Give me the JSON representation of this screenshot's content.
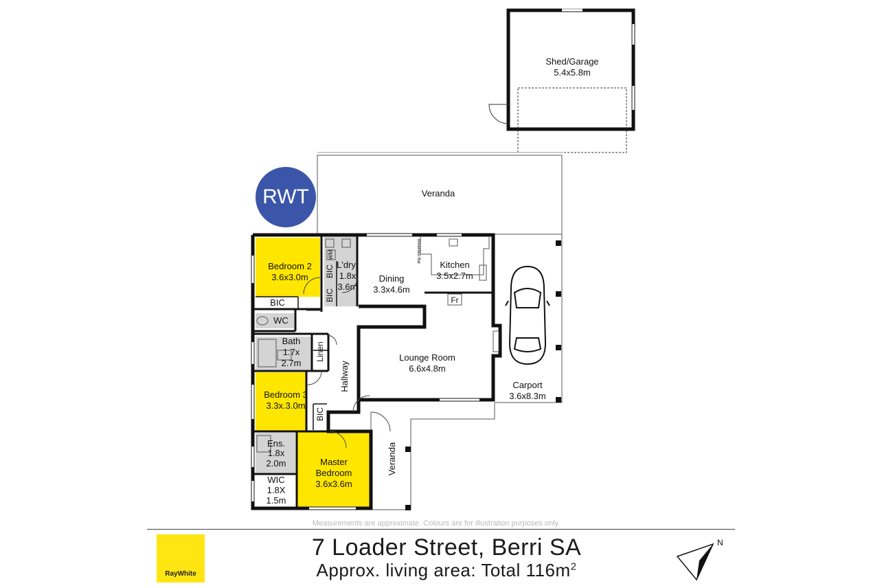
{
  "rooms": {
    "shed": {
      "name": "Shed/Garage",
      "size": "5.4x5.8m"
    },
    "veranda_top": {
      "name": "Veranda"
    },
    "bedroom2": {
      "name": "Bedroom 2",
      "size": "3.6x3.0m"
    },
    "laundry": {
      "name": "L'dry",
      "size1": "1.8x",
      "size2": "3.6m"
    },
    "dining": {
      "name": "Dining",
      "size": "3.3x4.6m"
    },
    "kitchen": {
      "name": "Kitchen",
      "size": "3.5x2.7m"
    },
    "lounge": {
      "name": "Lounge Room",
      "size": "6.6x4.8m"
    },
    "carport": {
      "name": "Carport",
      "size": "3.6x8.3m"
    },
    "bath": {
      "name": "Bath",
      "size1": "1.7x",
      "size2": "2.7m"
    },
    "bedroom3": {
      "name": "Bedroom 3",
      "size": "3.3x.3.0m"
    },
    "ensuite": {
      "name": "Ens.",
      "size1": "1.8x",
      "size2": "2.0m"
    },
    "master": {
      "name1": "Master",
      "name2": "Bedroom",
      "size": "3.6x3.6m"
    },
    "wic": {
      "name": "WIC",
      "size1": "1.8X",
      "size2": "1.5m"
    },
    "veranda_side": {
      "name": "Veranda"
    }
  },
  "fixtures": {
    "bic": "BIC",
    "wc": "WC",
    "wm": "WM",
    "linen": "Linen",
    "hallway": "Hallway",
    "fridge": "Fr",
    "breakfast_bar": "Breakfast Bar"
  },
  "badge": "RWT",
  "footer": {
    "disclaimer": "Measurements are approximate. Colours are for illustration purposes only.",
    "address": "7 Loader Street, Berri SA",
    "area_prefix": "Approx. living area: Total 116m",
    "area_unit_sup": "2",
    "logo_text": "RayWhite",
    "compass_label": "N"
  },
  "colors": {
    "highlight": "#ffe600",
    "wet_area": "#d4d4d4",
    "wall": "#111111",
    "badge": "#3b56a8",
    "logo": "#ffe512"
  }
}
